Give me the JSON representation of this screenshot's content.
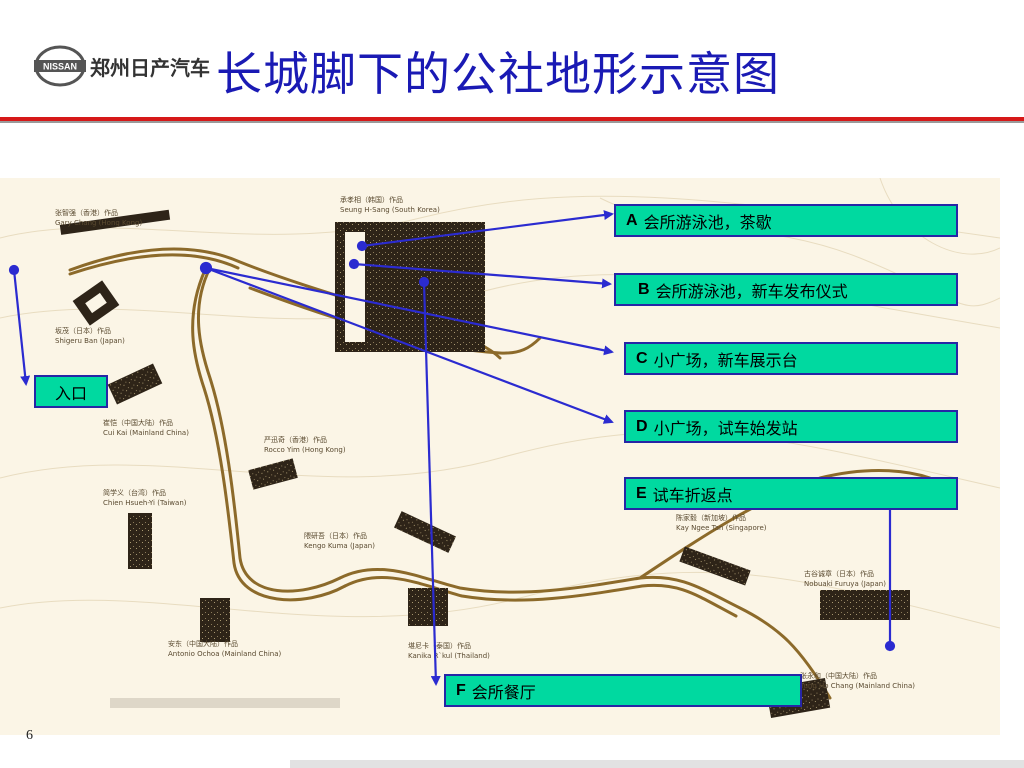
{
  "header": {
    "logo_brand": "NISSAN",
    "logo_text": "郑州日产汽车",
    "title": "长城脚下的公社地形示意图"
  },
  "page_number": "6",
  "entrance": {
    "label": "入口"
  },
  "labels": [
    {
      "letter": "A",
      "text": "会所游泳池，茶歇"
    },
    {
      "letter": "B",
      "text": "会所游泳池，新车发布仪式"
    },
    {
      "letter": "C",
      "text": "小广场，新车展示台"
    },
    {
      "letter": "D",
      "text": "小广场，试车始发站"
    },
    {
      "letter": "E",
      "text": "试车折返点"
    },
    {
      "letter": "F",
      "text": "会所餐厅"
    }
  ],
  "map_labels": {
    "gary_cn": "张智强（香港）作品",
    "gary_en": "Gary Chang (Hong Kong)",
    "seung_cn": "承孝相（韩国）作品",
    "seung_en": "Seung H-Sang (South Korea)",
    "ban_cn": "坂茂（日本）作品",
    "ban_en": "Shigeru Ban (Japan)",
    "cui_cn": "崔恺（中国大陆）作品",
    "cui_en": "Cui Kai (Mainland China)",
    "rocco_cn": "严迅奇（香港）作品",
    "rocco_en": "Rocco Yim (Hong Kong)",
    "chien_cn": "简学义（台湾）作品",
    "chien_en": "Chien Hsueh-Yi (Taiwan)",
    "kuma_cn": "隈研吾（日本）作品",
    "kuma_en": "Kengo Kuma (Japan)",
    "tan_cn": "陈家毅（新加坡）作品",
    "tan_en": "Kay Ngee Tan (Singapore)",
    "furuya_cn": "古谷诚章（日本）作品",
    "furuya_en": "Nobuaki Furuya (Japan)",
    "ochoa_cn": "安东（中国大陆）作品",
    "ochoa_en": "Antonio Ochoa (Mainland China)",
    "kanika_cn": "堪尼卡（泰国）作品",
    "kanika_en": "Kanika R`kul (Thailand)",
    "chang_cn": "张永和（中国大陆）作品",
    "chang_en": "Yung Ho Chang (Mainland China)"
  },
  "colors": {
    "title": "#1a1ab4",
    "label_fill": "#00d9a0",
    "label_border": "#2626a6",
    "arrow": "#2b2bd0",
    "rule_red": "#d61818",
    "map_bg": "#fbf5e6",
    "road": "#8c6a2a",
    "building": "#2e2418"
  }
}
